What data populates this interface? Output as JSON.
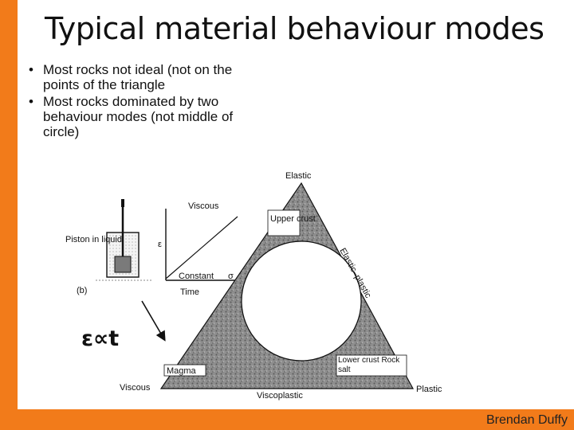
{
  "slide": {
    "title": "Typical material behaviour modes",
    "bullets": [
      "Most rocks not ideal (not on the points of the triangle",
      "Most rocks dominated by two behaviour modes (not middle of circle)"
    ],
    "formula": "ε∝t",
    "author": "Brendan Duffy"
  },
  "figure": {
    "piston_label": "Piston in liquid",
    "panel_label": "(b)",
    "graph": {
      "title": "Viscous",
      "y_label": "ε",
      "line_label": "Constant",
      "sigma": "σ",
      "x_label": "Time"
    },
    "triangle": {
      "apex_top": "Elastic",
      "apex_left": "Viscous",
      "apex_right": "Plastic",
      "bottom_edge": "Viscoplastic",
      "right_edge": "Elastic–plastic",
      "region_top": "Upper crust",
      "region_left": "Magma",
      "region_right": "Lower crust Rock salt"
    }
  },
  "colors": {
    "accent": "#f27b1a"
  }
}
